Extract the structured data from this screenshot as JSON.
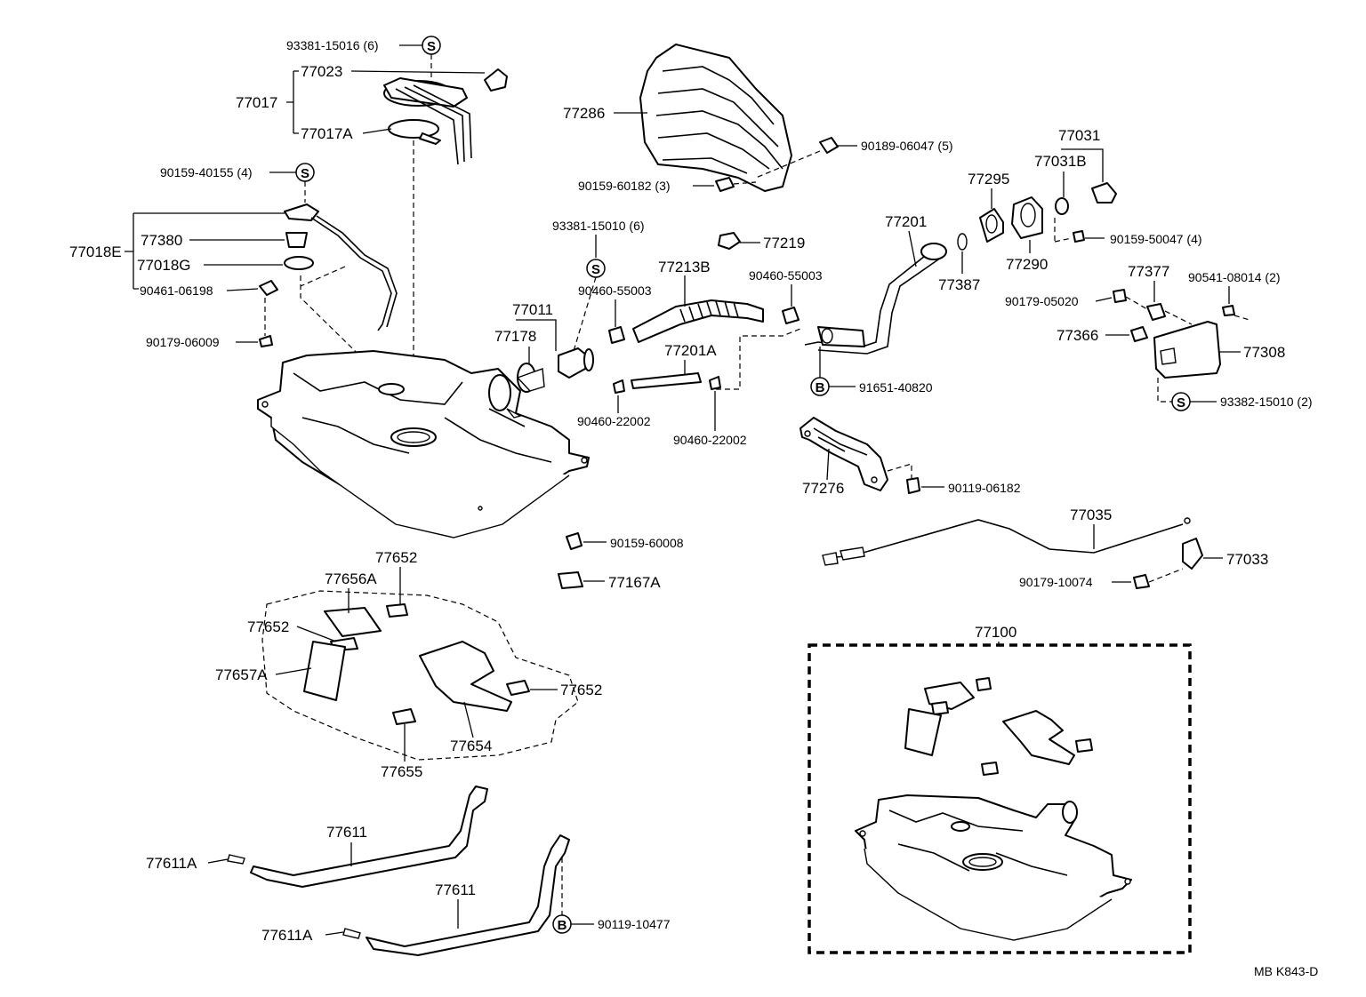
{
  "labels": {
    "p77017": "77017",
    "p77023": "77023",
    "p77017A": "77017A",
    "p93381_15016": "93381-15016 (6)",
    "p90159_40155": "90159-40155 (4)",
    "p77018E": "77018E",
    "p77380": "77380",
    "p77018G": "77018G",
    "p90461_06198": "90461-06198",
    "p90179_06009": "90179-06009",
    "p77286": "77286",
    "p90189_06047": "90189-06047 (5)",
    "p90159_60182": "90159-60182 (3)",
    "p93381_15010": "93381-15010 (6)",
    "p77219": "77219",
    "p77213B": "77213B",
    "p90460_55003a": "90460-55003",
    "p90460_55003b": "90460-55003",
    "p77011": "77011",
    "p77178": "77178",
    "p77201A": "77201A",
    "p90460_22002a": "90460-22002",
    "p90460_22002b": "90460-22002",
    "p77201": "77201",
    "p77387": "77387",
    "p91651_40820": "91651-40820",
    "p77295": "77295",
    "p77290": "77290",
    "p77031": "77031",
    "p77031B": "77031B",
    "p90159_50047": "90159-50047 (4)",
    "p77377": "77377",
    "p90541_08014": "90541-08014 (2)",
    "p90179_05020": "90179-05020",
    "p77366": "77366",
    "p77308": "77308",
    "p93382_15010": "93382-15010 (2)",
    "p77276": "77276",
    "p90119_06182": "90119-06182",
    "p90159_60008": "90159-60008",
    "p77167A": "77167A",
    "p77035": "77035",
    "p77033": "77033",
    "p90179_10074": "90179-10074",
    "p77652a": "77652",
    "p77656A": "77656A",
    "p77652b": "77652",
    "p77657A": "77657A",
    "p77652c": "77652",
    "p77654": "77654",
    "p77655": "77655",
    "p77611a": "77611",
    "p77611Aa": "77611A",
    "p77611b": "77611",
    "p77611Ab": "77611A",
    "p90119_10477": "90119-10477",
    "p77100": "77100"
  },
  "symbols": {
    "s": "S",
    "b": "B"
  },
  "footer": {
    "code": "MB  K843-D"
  }
}
